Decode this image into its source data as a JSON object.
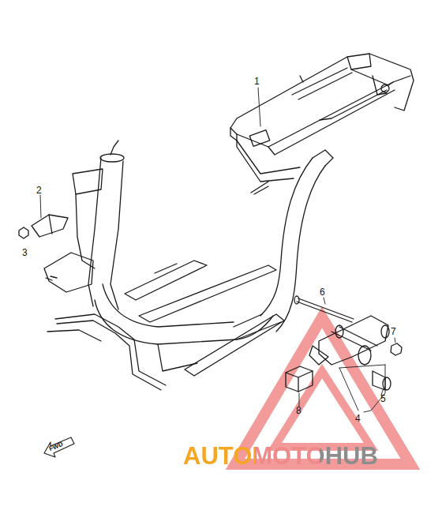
{
  "diagram": {
    "labels": [
      "1",
      "2",
      "3",
      "6",
      "7",
      "5",
      "4",
      "8",
      "FWD",
      "AUTOMOTOHUB"
    ]
  }
}
